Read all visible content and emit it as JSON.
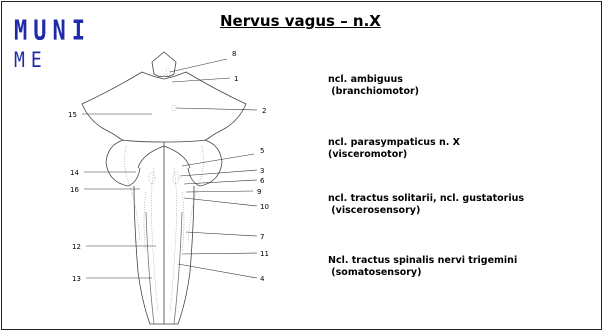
{
  "logo": {
    "line1": "MUNI",
    "line2": "ME"
  },
  "title": "Nervus vagus – n.X",
  "figure_labels": {
    "n1": "1",
    "n2": "2",
    "n3": "3",
    "n4": "4",
    "n5": "5",
    "n6": "6",
    "n7": "7",
    "n8": "8",
    "n9": "9",
    "n10": "10",
    "n11": "11",
    "n12": "12",
    "n13": "13",
    "n14": "14",
    "n15": "15",
    "n16": "16"
  },
  "nuclei": [
    {
      "name": "ncl. ambiguus",
      "type": " (branchiomotor)"
    },
    {
      "name": "ncl. parasympaticus n. X",
      "type": "(visceromotor)"
    },
    {
      "name": "ncl. tractus solitarii, ncl. gustatorius",
      "type": " (viscerosensory)"
    },
    {
      "name": "Ncl. tractus spinalis nervi trigemini",
      "type": " (somatosensory)"
    }
  ]
}
